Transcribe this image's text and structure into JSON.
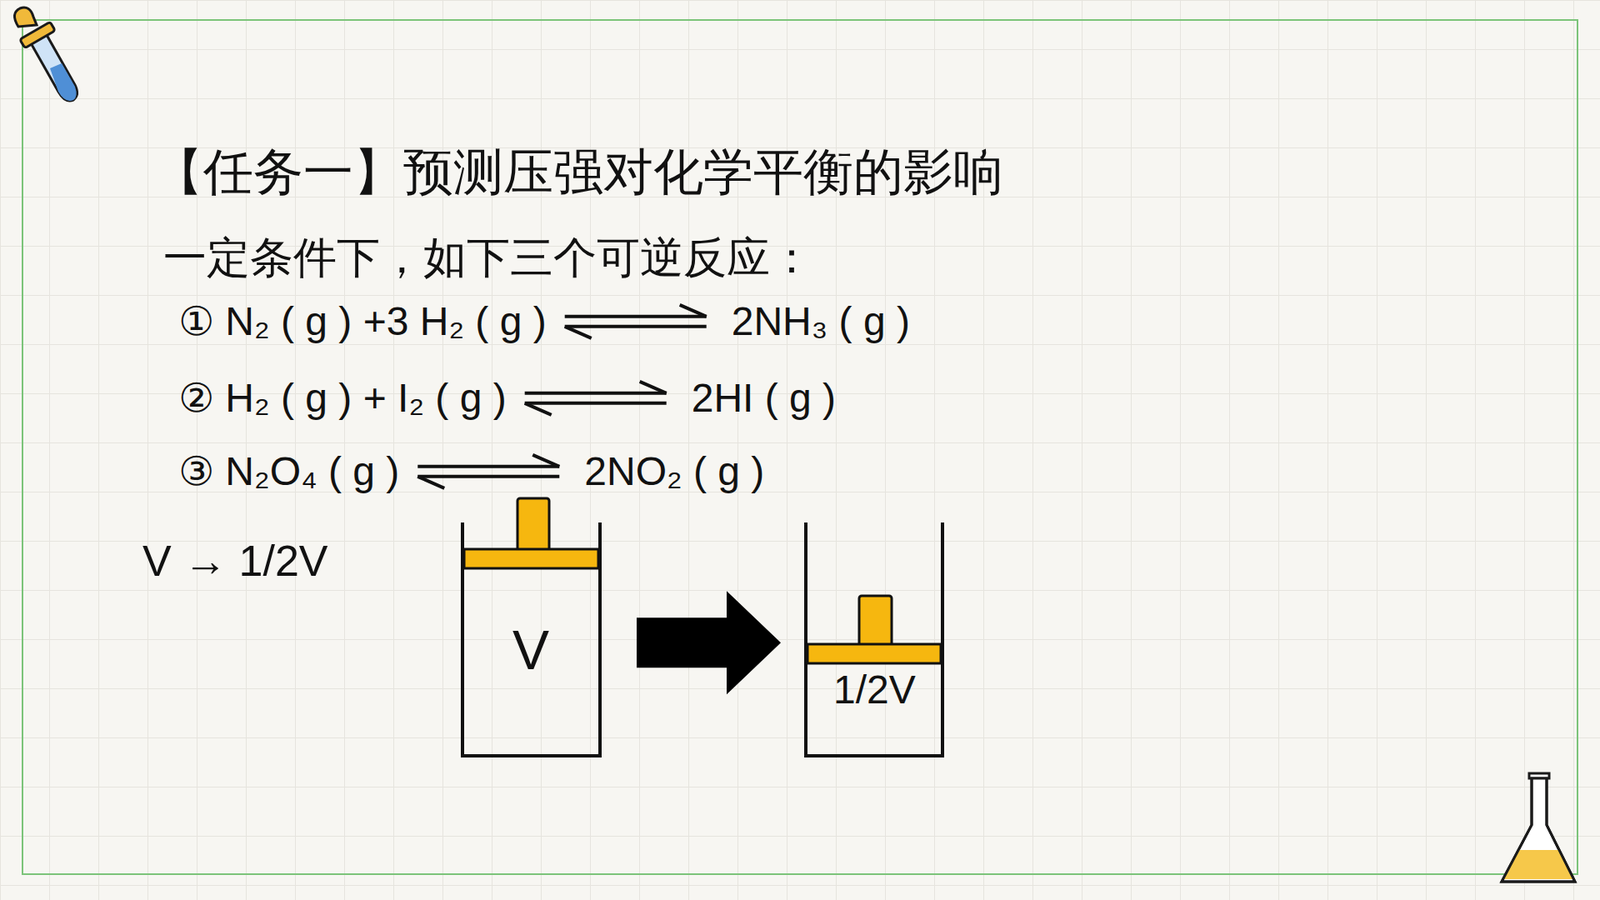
{
  "diagram": {
    "title": "【任务一】预测压强对化学平衡的影响",
    "nodes": [
      {
        "text": [
          "V"
        ]
      },
      {
        "text": [
          "1/2V"
        ]
      }
    ],
    "edges": [
      {
        "from": 0,
        "to": 1,
        "arrow": "to"
      }
    ],
    "labels": [
      "一定条件下，如下三个可逆反应：",
      "① N₂ ( g ) +3 H₂ ( g )",
      "2NH₃ ( g )",
      "② H₂ ( g ) + I₂ ( g )",
      "2HI ( g )",
      "③ N₂O₄ ( g )",
      "2NO₂ ( g )",
      "V → 1/2V"
    ]
  }
}
